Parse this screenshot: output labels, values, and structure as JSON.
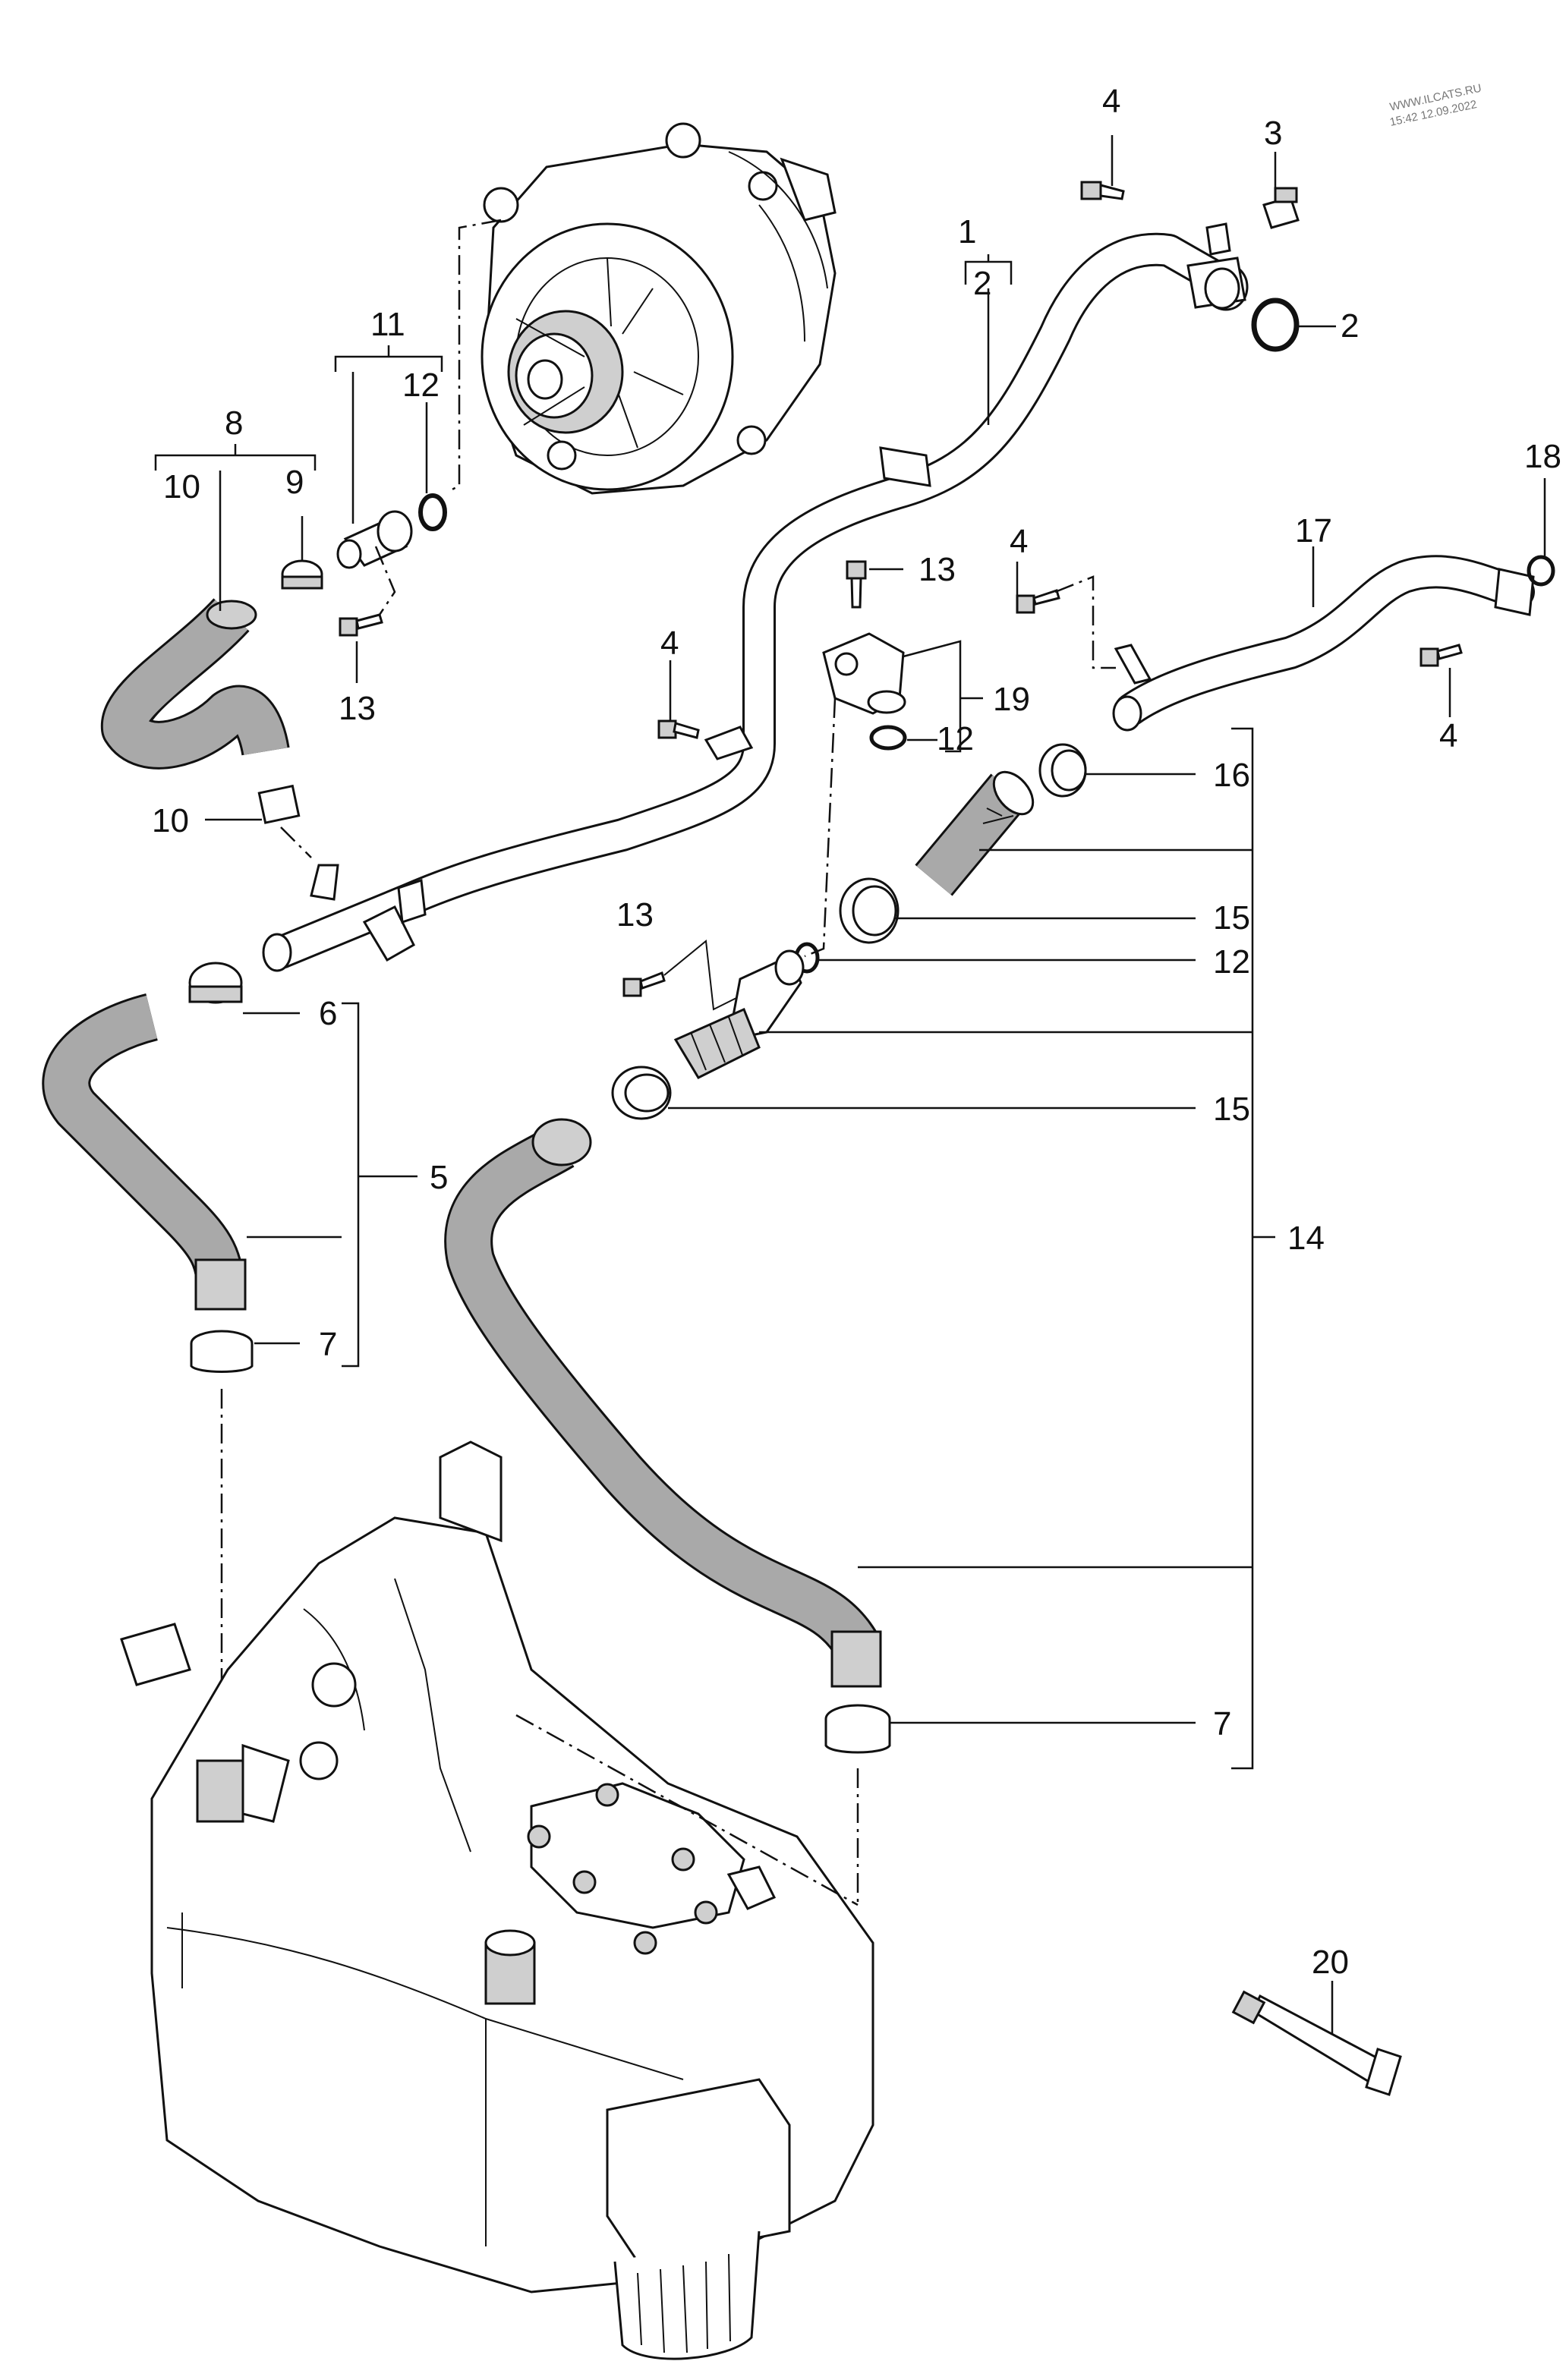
{
  "watermark": {
    "line1": "WWW.ILCATS.RU",
    "line2": "15:42 12.09.2022"
  },
  "callouts": {
    "c1": "1",
    "c2a": "2",
    "c2b": "2",
    "c3": "3",
    "c4a": "4",
    "c4b": "4",
    "c4c": "4",
    "c4d": "4",
    "c5": "5",
    "c6": "6",
    "c7a": "7",
    "c7b": "7",
    "c8": "8",
    "c9": "9",
    "c10a": "10",
    "c10b": "10",
    "c11": "11",
    "c12a": "12",
    "c12b": "12",
    "c12c": "12",
    "c13a": "13",
    "c13b": "13",
    "c13c": "13",
    "c14": "14",
    "c15a": "15",
    "c15b": "15",
    "c16": "16",
    "c17": "17",
    "c18": "18",
    "c19": "19",
    "c20": "20"
  }
}
